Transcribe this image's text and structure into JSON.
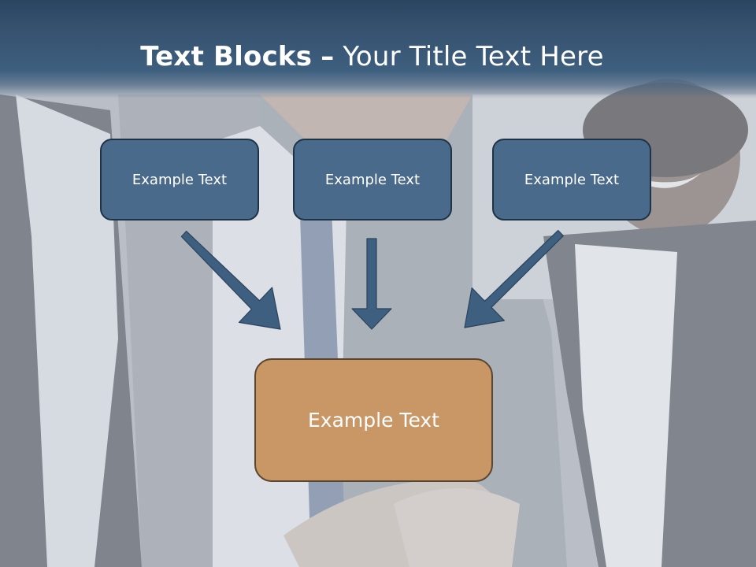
{
  "slide": {
    "title_bold": "Text Blocks",
    "title_dash": "–",
    "title_rest": "Your Title Text Here"
  },
  "blocks": {
    "top": [
      "Example Text",
      "Example Text",
      "Example Text"
    ],
    "main": "Example Text"
  },
  "colors": {
    "title_band": "#35526f",
    "block_fill": "#4a6a8c",
    "block_border": "#1f3347",
    "main_fill": "#c99665",
    "arrow": "#3e5f80"
  }
}
